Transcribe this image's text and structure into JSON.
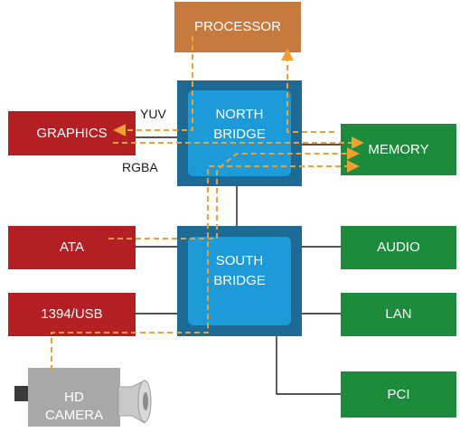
{
  "nodes": {
    "processor": "PROCESSOR",
    "graphics": "GRAPHICS",
    "memory": "MEMORY",
    "north_bridge": [
      "NORTH",
      "BRIDGE"
    ],
    "south_bridge": [
      "SOUTH",
      "BRIDGE"
    ],
    "ata": "ATA",
    "usb": "1394/USB",
    "audio": "AUDIO",
    "lan": "LAN",
    "pci": "PCI",
    "camera": [
      "HD",
      "CAMERA"
    ]
  },
  "labels": {
    "yuv": "YUV",
    "rgba": "RGBA"
  },
  "colors": {
    "input_device": "#b41f23",
    "output_device": "#1c8c3c",
    "processor": "#c77a3e",
    "bridge_frame": "#1d6b95",
    "bridge_core": "#1d9ad8",
    "data_flow": "#f0a030",
    "bus_line": "#1a1a1a"
  }
}
